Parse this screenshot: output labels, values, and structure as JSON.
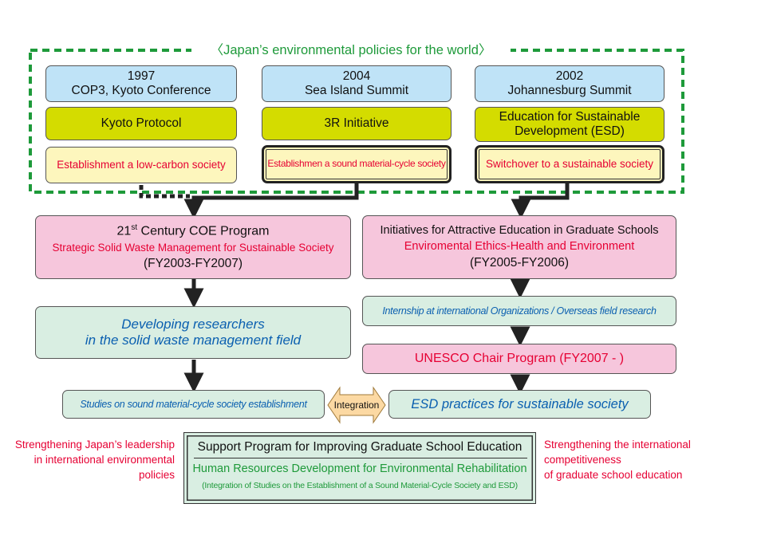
{
  "title": "〈Japan’s environmental policies for the world〉",
  "policies": [
    {
      "year": "1997",
      "event": "COP3, Kyoto Conference",
      "initiative": "Kyoto Protocol",
      "goal": "Establishment a low-carbon society"
    },
    {
      "year": "2004",
      "event": "Sea Island Summit",
      "initiative": "3R Initiative",
      "goal": "Establishmen a sound material-cycle society"
    },
    {
      "year": "2002",
      "event": "Johannesburg Summit",
      "initiative_line1": "Education for Sustainable",
      "initiative_line2": "Development (ESD)",
      "goal": "Switchover to a sustainable society"
    }
  ],
  "coe": {
    "title_prefix": "21",
    "title_sup": "st",
    "title_rest": " Century COE Program",
    "subtitle": "Strategic Solid Waste Management for Sustainable Society",
    "period": "(FY2003-FY2007)"
  },
  "initiatives": {
    "title": "Initiatives for Attractive Education in Graduate Schools",
    "subtitle": "Enviromental Ethics-Health and Environment",
    "period": "(FY2005-FY2006)"
  },
  "developing": {
    "line1": "Developing researchers",
    "line2": "in the solid waste management field"
  },
  "internship": "Internship at international Organizations / Overseas field research",
  "unesco": "UNESCO Chair Program (FY2007 - )",
  "studies": "Studies on sound material-cycle society establishment",
  "integration": "Integration",
  "esd_practices": "ESD practices for sustainable society",
  "left_note": {
    "line1": "Strengthening Japan’s leadership",
    "line2": "in international environmental policies"
  },
  "right_note": {
    "line1": "Strengthening the international competitiveness",
    "line2": "of graduate school education"
  },
  "support": {
    "title": "Support Program for Improving Graduate School Education",
    "subtitle": "Human Resources Development for Environmental Rehabilitation",
    "note": "(Integration of Studies on the Establishment of a Sound Material-Cycle Society and ESD)"
  },
  "colors": {
    "green_dash": "#1e9a3a",
    "red": "#e60033",
    "blue_text": "#0a5fb0",
    "arrow": "#222222"
  }
}
